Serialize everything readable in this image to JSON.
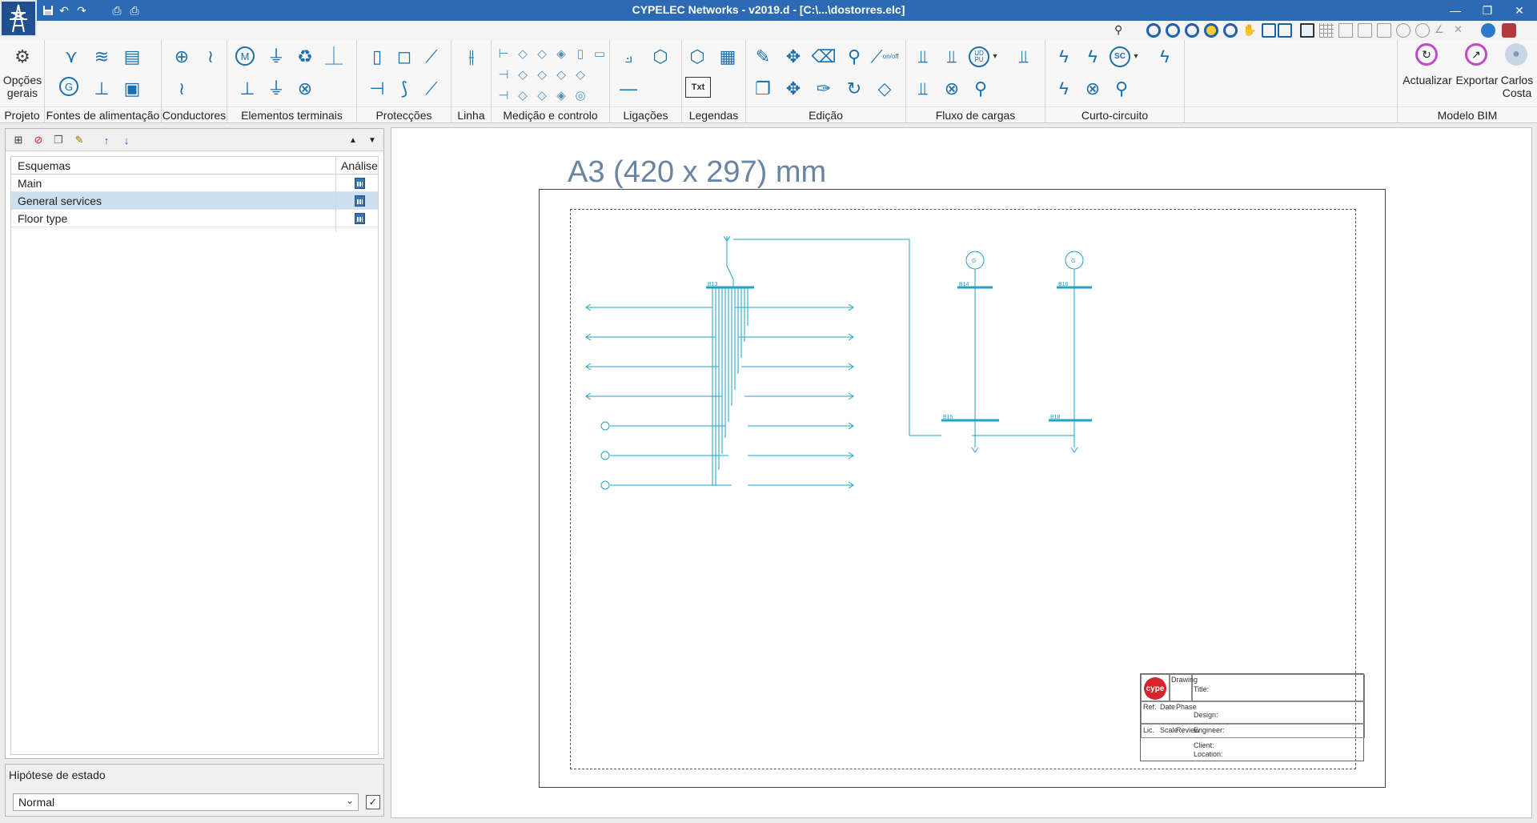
{
  "window": {
    "title": "CYPELEC Networks - v2019.d - [C:\\...\\dostorres.elc]",
    "minimize": "—",
    "restore": "❐",
    "close": "✕"
  },
  "quick_access": [
    "save-icon",
    "undo-icon",
    "redo-icon",
    "print-icon",
    "print-preview-icon"
  ],
  "ribbon": {
    "groups": [
      {
        "id": "projeto",
        "label": "Projeto"
      },
      {
        "id": "fontes",
        "label": "Fontes de alimentação"
      },
      {
        "id": "condutores",
        "label": "Conductores"
      },
      {
        "id": "terminais",
        "label": "Elementos terminais"
      },
      {
        "id": "proteccoes",
        "label": "Protecções"
      },
      {
        "id": "linha",
        "label": "Linha"
      },
      {
        "id": "medicao",
        "label": "Medição e controlo"
      },
      {
        "id": "ligacoes",
        "label": "Ligações"
      },
      {
        "id": "legendas",
        "label": "Legendas"
      },
      {
        "id": "edicao",
        "label": "Edição"
      },
      {
        "id": "fluxo",
        "label": "Fluxo de cargas"
      },
      {
        "id": "curto",
        "label": "Curto-circuito"
      },
      {
        "id": "bim",
        "label": "Modelo BIM"
      }
    ],
    "opcoes_gerais_line1": "Opções",
    "opcoes_gerais_line2": "gerais",
    "actualizar": "Actualizar",
    "exportar": "Exportar",
    "user_line1": "Carlos",
    "user_line2": "Costa",
    "txt_button": "Txt",
    "onoff": "on/off",
    "udpu_line1": "UD",
    "udpu_line2": "PU",
    "sc": "SC",
    "motor": "M",
    "generator": "G"
  },
  "left_panel": {
    "headers": {
      "name": "Esquemas",
      "analysis": "Análise"
    },
    "rows": [
      {
        "name": "Main",
        "selected": false
      },
      {
        "name": "General services",
        "selected": true
      },
      {
        "name": "Floor type",
        "selected": false
      }
    ]
  },
  "hypothesis": {
    "title": "Hipótese de estado",
    "value": "Normal"
  },
  "canvas": {
    "sheet_title": "A3 (420 x 297) mm",
    "buses": {
      "b13": "B13",
      "b14": "B14",
      "b15": "B15",
      "b16": "B16",
      "b18": "B18"
    },
    "generator_symbol": "G",
    "title_block": {
      "logo": "cype",
      "drawing": "Drawing",
      "title": "Title:",
      "ref": "Ref.",
      "date": "Date",
      "phase": "Phase",
      "design": "Design:",
      "lic": "Lic.",
      "scale": "Scale",
      "review": "Review",
      "engineer": "Engineer:",
      "client": "Client:",
      "location": "Location:"
    }
  },
  "colors": {
    "titlebar": "#2d6ab4",
    "accent_blue": "#1a6fae",
    "schematic": "#1fa3c8",
    "selection": "#cde0ef"
  }
}
